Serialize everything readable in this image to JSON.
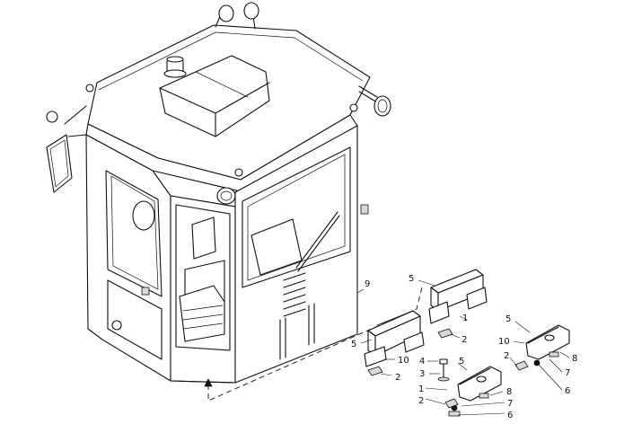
{
  "callouts": {
    "c9": "9",
    "c5a": "5",
    "c1a": "1",
    "c2a": "2",
    "c5b": "5",
    "c10a": "10",
    "c2b": "2",
    "c5c": "5",
    "c10b": "10",
    "c2c": "2",
    "c8a": "8",
    "c7a": "7",
    "c6a": "6",
    "c4": "4",
    "c3": "3",
    "c5d": "5",
    "c1b": "1",
    "c8b": "8",
    "c2d": "2",
    "c7b": "7",
    "c6b": "6"
  }
}
